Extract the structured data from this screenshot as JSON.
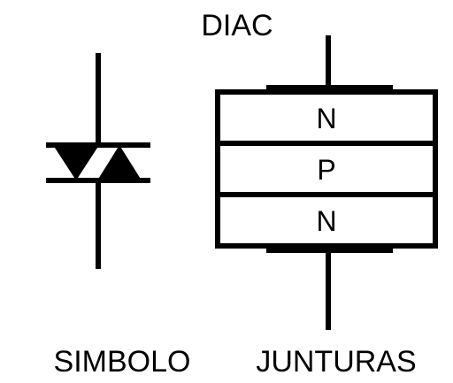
{
  "diagram": {
    "title": "DIAC",
    "left_label": "SIMBOLO",
    "right_label": "JUNTURAS",
    "layers": [
      "N",
      "P",
      "N"
    ]
  },
  "colors": {
    "ink": "#000000",
    "background": "#ffffff"
  }
}
